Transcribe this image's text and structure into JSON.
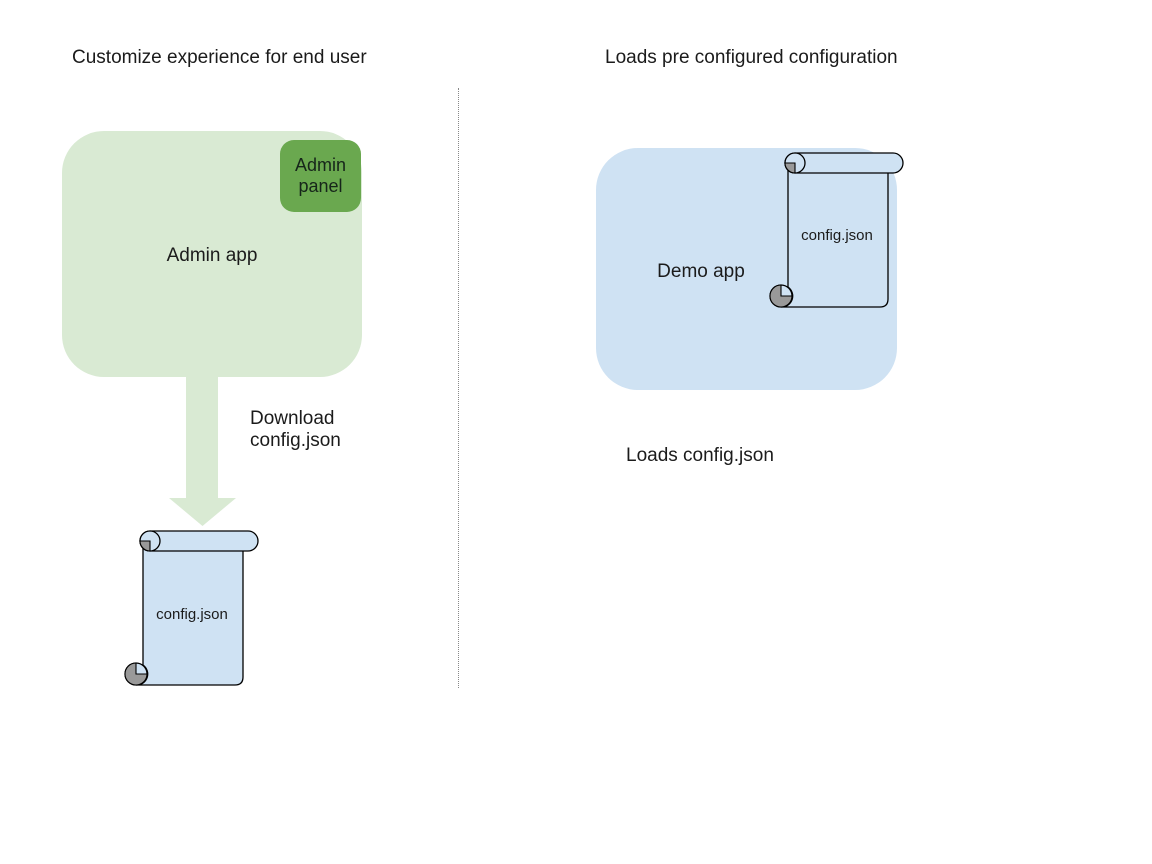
{
  "diagram": {
    "left": {
      "title": "Customize experience for end user",
      "admin_app_label": "Admin app",
      "admin_panel_label": "Admin panel",
      "arrow_label": "Download config.json",
      "config_file_label": "config.json"
    },
    "right": {
      "title": "Loads pre configured configuration",
      "demo_app_label": "Demo app",
      "config_file_label": "config.json",
      "caption": "Loads config.json"
    },
    "colors": {
      "admin_app_fill": "#d9ead3",
      "admin_panel_fill": "#6aa84f",
      "demo_app_fill": "#cfe2f3",
      "scroll_fill": "#cfe2f3",
      "scroll_curl_gray": "#999999",
      "arrow_fill": "#d9ead3",
      "outline": "#000000",
      "divider": "#888888",
      "text": "#1b1b1b"
    }
  }
}
